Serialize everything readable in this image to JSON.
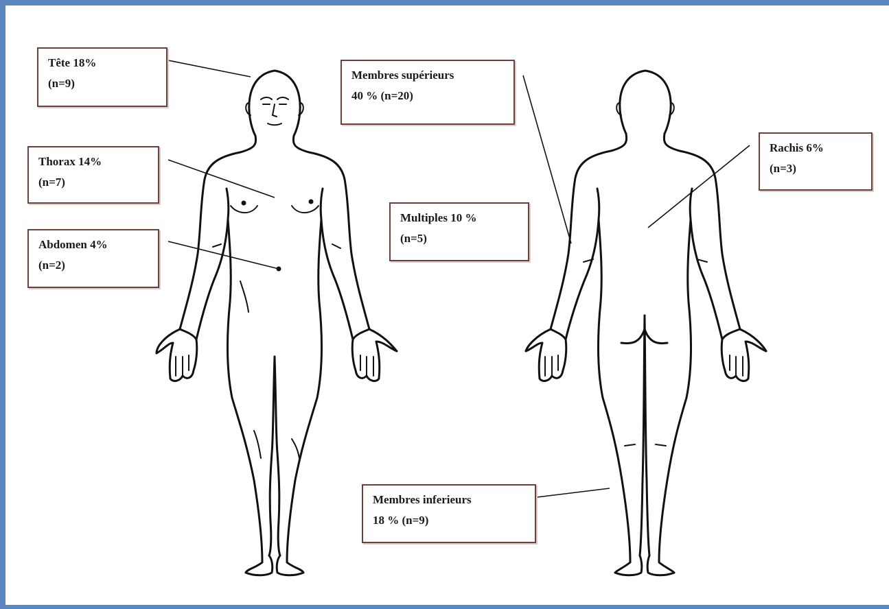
{
  "labels": {
    "tete": {
      "line1": "Tête 18%",
      "line2": "(n=9)"
    },
    "thorax": {
      "line1": "Thorax 14%",
      "line2": "(n=7)"
    },
    "abdomen": {
      "line1": "Abdomen 4%",
      "line2": "(n=2)"
    },
    "membres_superieurs": {
      "line1": "Membres supérieurs",
      "line2": "40 % (n=20)"
    },
    "multiples": {
      "line1": "Multiples 10 %",
      "line2": "(n=5)"
    },
    "rachis": {
      "line1": "Rachis 6%",
      "line2": "(n=3)"
    },
    "membres_inferieurs": {
      "line1": "Membres inferieurs",
      "line2": "18 % (n=9)"
    }
  },
  "colors": {
    "frame": "#5b87bf",
    "box_border": "#6b3f3a",
    "ink": "#111111"
  }
}
